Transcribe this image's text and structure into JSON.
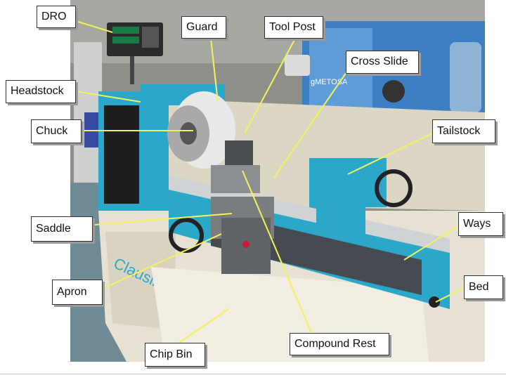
{
  "labels": {
    "dro": "DRO",
    "guard": "Guard",
    "tool_post": "Tool Post",
    "cross_slide": "Cross Slide",
    "headstock": "Headstock",
    "chuck": "Chuck",
    "tailstock": "Tailstock",
    "saddle": "Saddle",
    "ways": "Ways",
    "apron": "Apron",
    "bed": "Bed",
    "compound_rest": "Compound Rest",
    "chip_bin": "Chip Bin"
  },
  "photo": {
    "logo_text": "Clausing",
    "brand_plate": "gMETOSA"
  },
  "colors": {
    "machine_blue": "#2aa7c9",
    "leader_line": "#f2f25a",
    "cabinet": "#e9e4d6",
    "callout_border": "#333333"
  }
}
